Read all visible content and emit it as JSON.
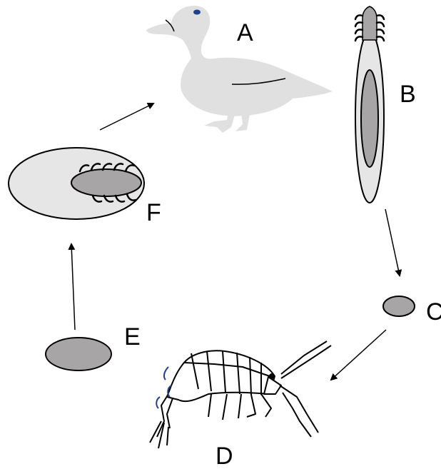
{
  "labels": {
    "a": "A",
    "b": "B",
    "c": "C",
    "d": "D",
    "e": "E",
    "f": "F"
  },
  "colors": {
    "duck": "#e0e0e0",
    "gray_fill": "#a7a5a5",
    "light_fill": "#e6e6e6",
    "outline": "#000000",
    "eye": "#1f3f8f"
  },
  "icons": {
    "a": "duck-icon",
    "b": "elongated-larva-icon",
    "c": "small-egg-icon",
    "d": "amphipod-icon",
    "e": "oval-egg-icon",
    "f": "encysted-larva-icon"
  }
}
